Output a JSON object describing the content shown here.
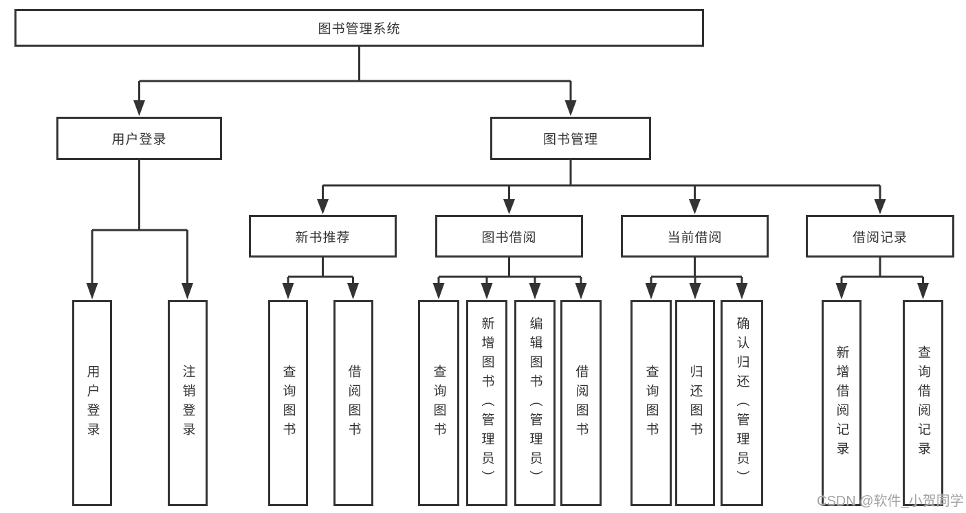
{
  "tree": {
    "root": "图书管理系统",
    "branches": [
      {
        "label": "用户登录",
        "children": [
          "用户登录",
          "注销登录"
        ]
      },
      {
        "label": "图书管理",
        "children": [
          {
            "label": "新书推荐",
            "children": [
              "查询图书",
              "借阅图书"
            ]
          },
          {
            "label": "图书借阅",
            "children": [
              "查询图书",
              "新增图书（管理员）",
              "编辑图书（管理员）",
              "借阅图书"
            ]
          },
          {
            "label": "当前借阅",
            "children": [
              "查询图书",
              "归还图书",
              "确认归还（管理员）"
            ]
          },
          {
            "label": "借阅记录",
            "children": [
              "新增借阅记录",
              "查询借阅记录"
            ]
          }
        ]
      }
    ]
  },
  "watermark": "CSDN @软件_小贺同学",
  "colors": {
    "line": "#333333",
    "box_border": "#333333",
    "text": "#333333",
    "watermark_text": "#a3a3a3",
    "background": "#ffffff"
  }
}
